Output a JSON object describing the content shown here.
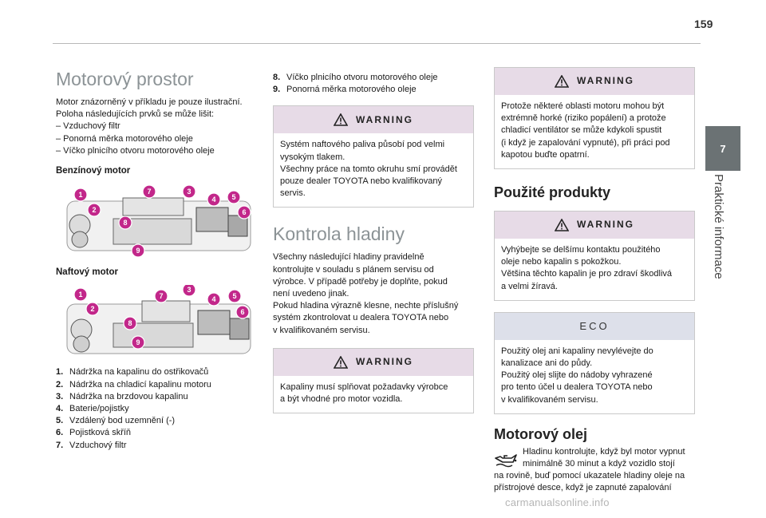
{
  "page": {
    "number": "159",
    "chapter_number": "7",
    "chapter_title": "Praktické informace",
    "watermark": "carmanualsonline.info"
  },
  "col1": {
    "title": "Motorový prostor",
    "intro": [
      "Motor znázorněný v příkladu je pouze ilustrační.",
      "Poloha následujících prvků se může lišit:",
      "–  Vzduchový filtr",
      "–  Ponorná měrka motorového oleje",
      "–  Víčko plnicího otvoru motorového oleje"
    ],
    "petrol_heading": "Benzínový motor",
    "diesel_heading": "Naftový motor",
    "callouts": [
      "1",
      "2",
      "3",
      "4",
      "5",
      "6",
      "7",
      "8",
      "9"
    ],
    "accent_color": "#c2278a",
    "items": [
      {
        "n": "1.",
        "t": "Nádržka na kapalinu do ostřikovačů"
      },
      {
        "n": "2.",
        "t": "Nádržka na chladicí kapalinu motoru"
      },
      {
        "n": "3.",
        "t": "Nádržka na brzdovou kapalinu"
      },
      {
        "n": "4.",
        "t": "Baterie/pojistky"
      },
      {
        "n": "5.",
        "t": "Vzdálený bod uzemnění (-)"
      },
      {
        "n": "6.",
        "t": "Pojistková skříň"
      },
      {
        "n": "7.",
        "t": "Vzduchový filtr"
      }
    ]
  },
  "col2": {
    "items": [
      {
        "n": "8.",
        "t": "Víčko plnicího otvoru motorového oleje"
      },
      {
        "n": "9.",
        "t": "Ponorná měrka motorového oleje"
      }
    ],
    "warning1": {
      "label": "WARNING",
      "lines": [
        "Systém naftového paliva působí pod velmi",
        "vysokým tlakem.",
        "Všechny práce na tomto okruhu smí provádět",
        "pouze dealer TOYOTA nebo kvalifikovaný",
        "servis."
      ]
    },
    "title": "Kontrola hladiny",
    "body": [
      "Všechny následující hladiny pravidelně",
      "kontrolujte v souladu s plánem servisu od",
      "výrobce. V případě potřeby je doplňte, pokud",
      "není uvedeno jinak.",
      "Pokud hladina výrazně klesne, nechte příslušný",
      "systém zkontrolovat u dealera TOYOTA nebo",
      "v kvalifikovaném servisu."
    ],
    "warning2": {
      "label": "WARNING",
      "lines": [
        "Kapaliny musí splňovat požadavky výrobce",
        "a být vhodné pro motor vozidla."
      ]
    }
  },
  "col3": {
    "warning1": {
      "label": "WARNING",
      "lines": [
        "Protože některé oblasti motoru mohou být",
        "extrémně horké (riziko popálení) a protože",
        "chladicí ventilátor se může kdykoli spustit",
        "(i když je zapalování vypnuté), při práci pod",
        "kapotou buďte opatrní."
      ]
    },
    "products_title": "Použité produkty",
    "warning2": {
      "label": "WARNING",
      "lines": [
        "Vyhýbejte se delšímu kontaktu použitého",
        "oleje nebo kapalin s pokožkou.",
        "Většina těchto kapalin je pro zdraví škodlivá",
        "a velmi žíravá."
      ]
    },
    "eco": {
      "label": "ECO",
      "lines": [
        "Použitý olej ani kapaliny nevylévejte do",
        "kanalizace ani do půdy.",
        "Použitý olej slijte do nádoby vyhrazené",
        "pro tento účel u dealera TOYOTA nebo",
        "v kvalifikovaném servisu."
      ]
    },
    "oil_title": "Motorový olej",
    "oil_lines": [
      "Hladinu kontrolujte, když byl motor vypnut",
      "minimálně 30 minut a když vozidlo stojí",
      "na rovině, buď pomocí ukazatele hladiny oleje na",
      "přístrojové desce, když je zapnuté zapalování"
    ]
  }
}
